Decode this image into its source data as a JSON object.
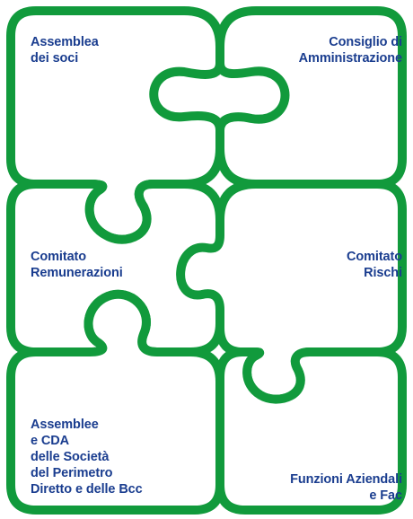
{
  "theme": {
    "outline_color": "#119a3c",
    "text_color": "#1a3d8f",
    "background": "#ffffff"
  },
  "pieces": {
    "assemblea": {
      "lines": [
        "Assemblea",
        "dei soci"
      ]
    },
    "consiglio": {
      "lines": [
        "Consiglio di",
        "Amministrazione"
      ]
    },
    "remunerazioni": {
      "lines": [
        "Comitato",
        "Remunerazioni"
      ]
    },
    "rischi": {
      "lines": [
        "Comitato",
        "Rischi"
      ]
    },
    "assemblee": {
      "lines": [
        "Assemblee",
        "e CDA",
        "delle Società",
        "del Perimetro",
        "Diretto e delle Bcc"
      ]
    },
    "funzioni": {
      "lines": [
        "Funzioni Aziendali",
        "e Fac"
      ]
    }
  }
}
